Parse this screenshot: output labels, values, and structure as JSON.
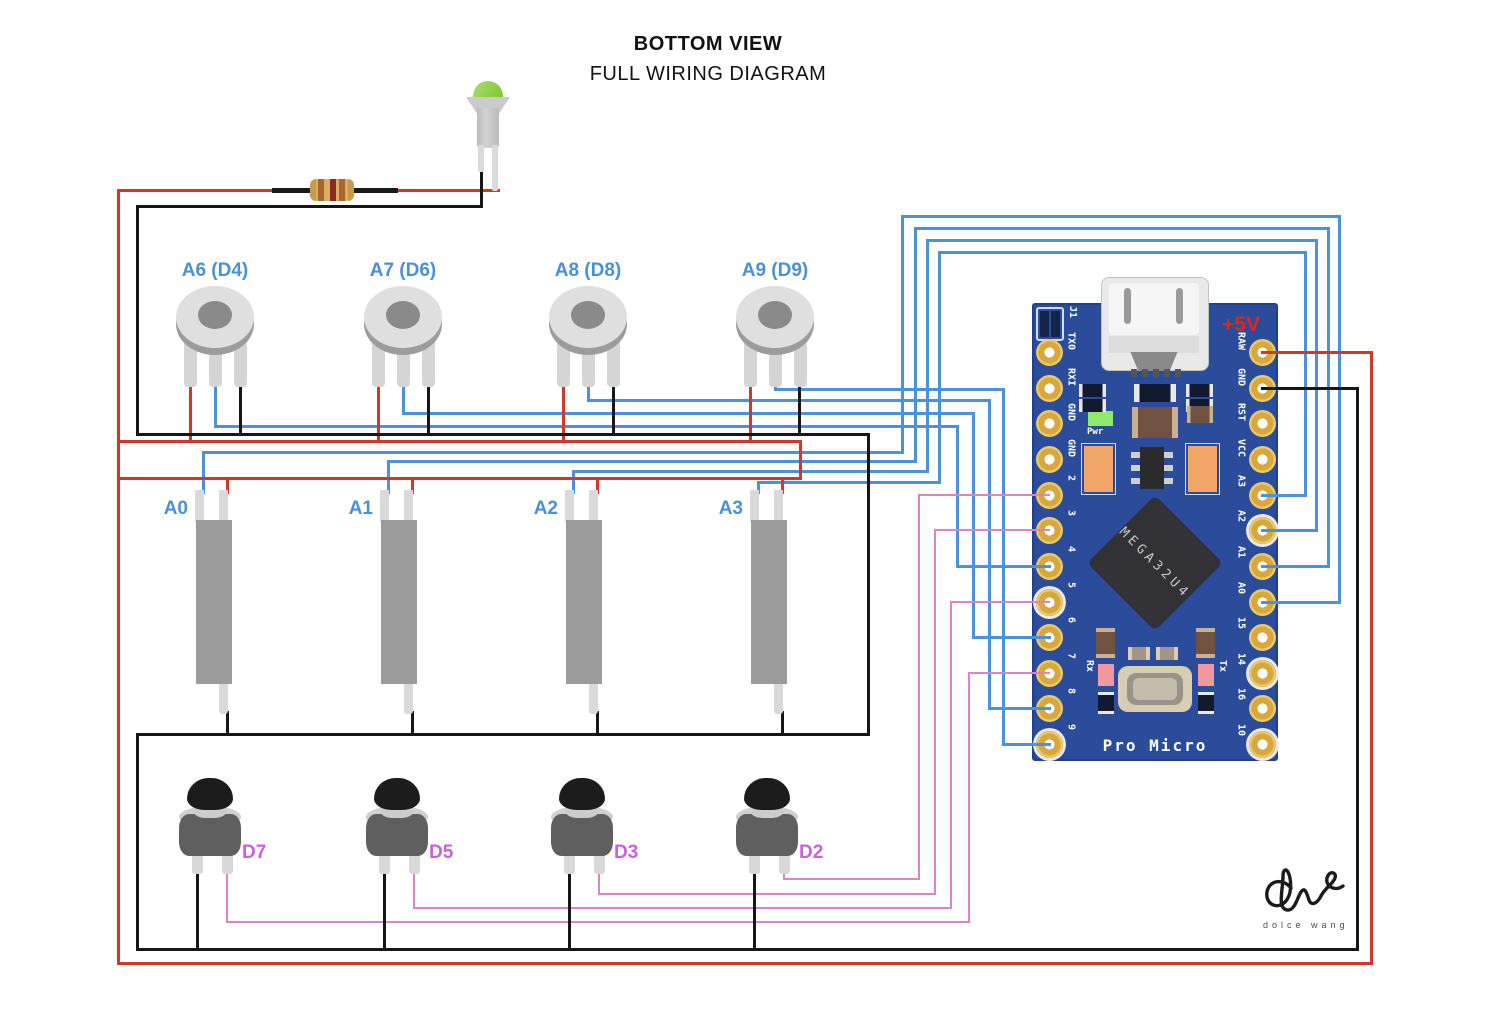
{
  "title": {
    "main": "BOTTOM VIEW",
    "subtitle": "FULL WIRING DIAGRAM"
  },
  "colors": {
    "wire_red": "#cd3a2b",
    "wire_black": "#161616",
    "wire_blue": "#4b92d8",
    "wire_pink": "#d884c6",
    "label_blue": "#4a90d9",
    "label_violet": "#c763d8",
    "board_blue": "#2a4c9b",
    "pad_gold": "#d8a73e",
    "plus5v_red": "#e2251b"
  },
  "potentiometers": [
    {
      "label": "A6 (D4)"
    },
    {
      "label": "A7 (D6)"
    },
    {
      "label": "A8 (D8)"
    },
    {
      "label": "A9 (D9)"
    }
  ],
  "sliders": [
    {
      "label": "A0"
    },
    {
      "label": "A1"
    },
    {
      "label": "A2"
    },
    {
      "label": "A3"
    }
  ],
  "buttons": [
    {
      "label": "D7"
    },
    {
      "label": "D5"
    },
    {
      "label": "D3"
    },
    {
      "label": "D2"
    }
  ],
  "board": {
    "name": "Pro Micro",
    "chip": "MEGA32U4",
    "power_label": "+5V",
    "jumper_label": "J1",
    "pwr_led_label": "Pwr",
    "rx_label": "Rx",
    "tx_label": "Tx",
    "left_pins": [
      "TX0",
      "RXI",
      "GND",
      "GND",
      "2",
      "3",
      "4",
      "5",
      "6",
      "7",
      "8",
      "9"
    ],
    "right_pins": [
      "RAW",
      "GND",
      "RST",
      "VCC",
      "A3",
      "A2",
      "A1",
      "A0",
      "15",
      "14",
      "16",
      "10"
    ]
  },
  "logo": {
    "text": "dolce wang"
  }
}
